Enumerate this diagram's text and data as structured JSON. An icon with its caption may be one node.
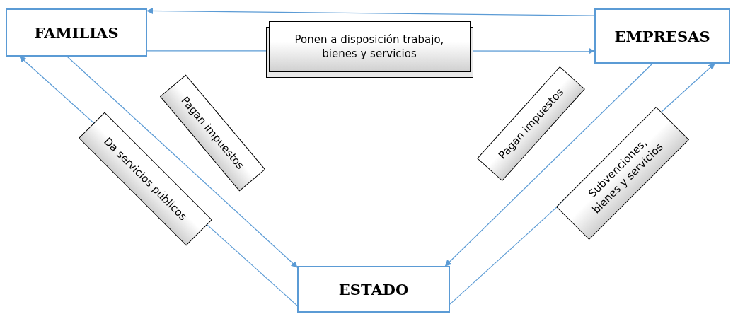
{
  "diagram": {
    "nodes": [
      {
        "text": [
          "FAMILIAS"
        ]
      },
      {
        "text": [
          "EMPRESAS"
        ]
      },
      {
        "text": [
          "ESTADO"
        ]
      }
    ],
    "edges": [
      {
        "from": 1,
        "to": 0,
        "arrow": "to"
      },
      {
        "from": 0,
        "to": 1,
        "arrow": "to",
        "label": "Ponen a disposición trabajo, bienes y servicios"
      },
      {
        "from": 0,
        "to": 2,
        "arrow": "to",
        "label": "Pagan impuestos"
      },
      {
        "from": 2,
        "to": 0,
        "arrow": "to",
        "label": "Da servicios públicos"
      },
      {
        "from": 1,
        "to": 2,
        "arrow": "to",
        "label": "Pagan impuestos"
      },
      {
        "from": 2,
        "to": 1,
        "arrow": "to",
        "label": "Subvenciones, bienes y servicios"
      }
    ]
  }
}
